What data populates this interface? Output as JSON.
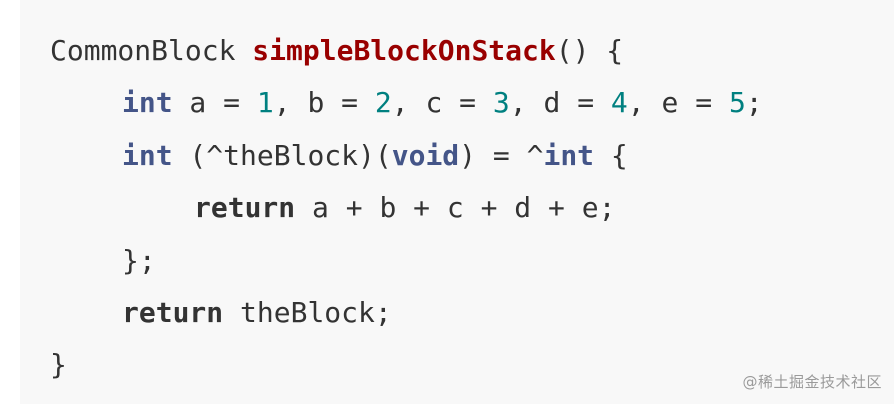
{
  "code": {
    "line1": {
      "return_type": "CommonBlock",
      "func_name": "simpleBlockOnStack",
      "signature_tail": "() {"
    },
    "line2": {
      "type": "int",
      "a_decl": " a = ",
      "a_val": "1",
      "b_decl": ", b = ",
      "b_val": "2",
      "c_decl": ", c = ",
      "c_val": "3",
      "d_decl": ", d = ",
      "d_val": "4",
      "e_decl": ", e = ",
      "e_val": "5",
      "end": ";"
    },
    "line3": {
      "type": "int",
      "block_name": " (^theBlock)(",
      "param_type": "void",
      "assign": ") = ^",
      "ret_type": "int",
      "open": " {"
    },
    "line4": {
      "keyword": "return",
      "expr": " a + b + c + d + e;"
    },
    "line5": {
      "close": "};"
    },
    "line6": {
      "keyword": "return",
      "expr": " theBlock;"
    },
    "line7": {
      "close": "}"
    }
  },
  "watermark": "@稀土掘金技术社区",
  "colors": {
    "background": "#f8f8f8",
    "function_name": "#990000",
    "type_keyword": "#445588",
    "number": "#008080",
    "text": "#333333"
  }
}
